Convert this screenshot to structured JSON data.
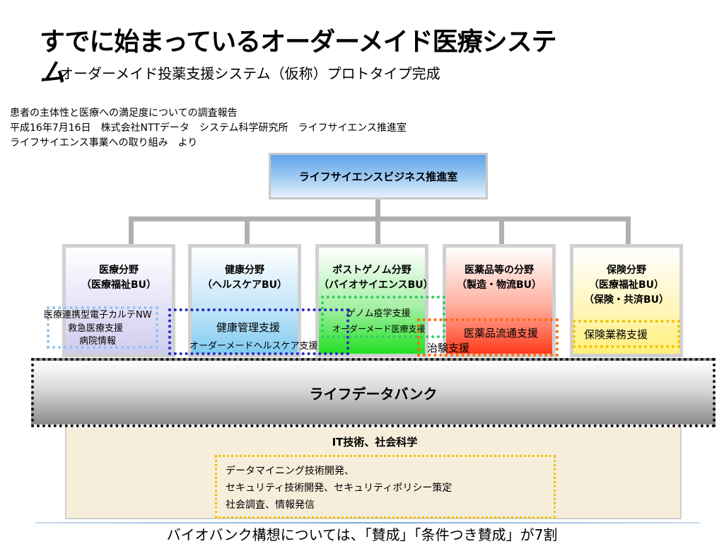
{
  "slide": {
    "title": "すでに始まっているオーダーメイド医療システ",
    "title_cont": "ム",
    "subtitle": "オーダーメイド投薬支援システム（仮称）プロトタイプ完成",
    "source_lines": [
      "患者の主体性と医療への満足度についての調査報告",
      "平成16年7月16日　株式会社NTTデータ　システム科学研究所　ライフサイエンス推進室",
      "ライフサイエンス事業への取り組み　より"
    ],
    "caption": "バイオバンク構想については、「賛成」「条件つき賛成」が7割"
  },
  "diagram": {
    "top_box": "ライフサイエンスビジネス推進室",
    "cards": [
      {
        "lines": [
          "医療分野",
          "（医療福祉BU）"
        ]
      },
      {
        "lines": [
          "健康分野",
          "（ヘルスケアBU）"
        ]
      },
      {
        "lines": [
          "ポストゲノム分野",
          "（バイオサイエンスBU）"
        ]
      },
      {
        "lines": [
          "医薬品等の分野",
          "（製造・物流BU）"
        ]
      },
      {
        "lines": [
          "保険分野",
          "（医療福祉BU）",
          "（保険・共済BU）"
        ]
      }
    ],
    "services": {
      "medical": [
        "医療連携型電子カルテNW",
        "救急医療支援",
        "病院情報"
      ],
      "health_mgmt": "健康管理支援",
      "ordermade_health": "オーダーメードヘルスケア支援",
      "genome_epi": "ゲノム疫学支援",
      "ordermade_med": "オーダーメード医療支援",
      "drug_distribution": "医薬品流通支援",
      "clinical_trial": "治験支援",
      "insurance": "保険業務支援"
    },
    "life_data_bank": "ライフデータバンク",
    "it": {
      "title": "IT技術、社会科学",
      "items": [
        "データマイニング技術開発、",
        "セキュリティ技術開発、セキュリティポリシー策定",
        "社会調査、情報発信"
      ]
    }
  },
  "colors": {
    "medical_blue": "#8ec3f0",
    "health_navy": "#2828c8",
    "genome_green": "#33cc66",
    "drug_orange": "#ff6a00",
    "insurance_yellow": "#f2c200"
  }
}
